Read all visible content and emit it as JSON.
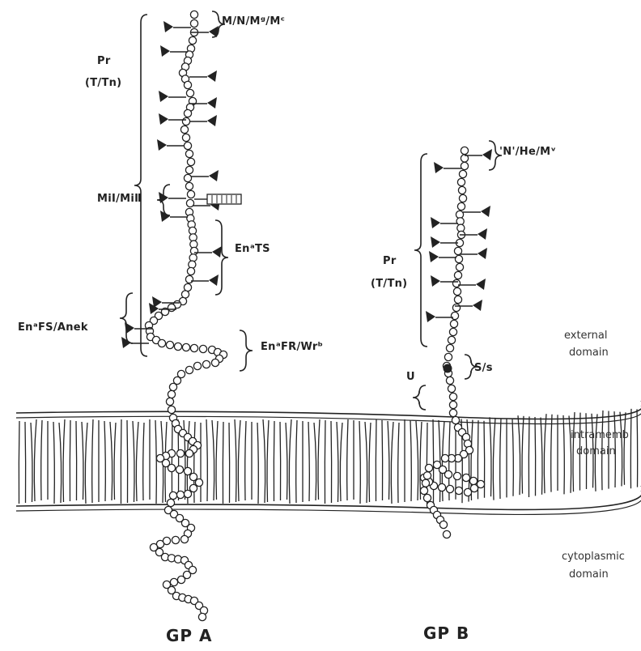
{
  "glycophorin_a": {
    "name": "GP A",
    "labels": {
      "mn": "M/N/Mᵍ/Mᶜ",
      "pr": "Pr",
      "pr_sub": "(T/Tn)",
      "mi": "MiⅠ/MiⅡ",
      "en_ts": "EnᵃTS",
      "en_fs": "EnᵃFS/Anek",
      "en_fr": "EnᵃFR/Wrᵇ"
    }
  },
  "glycophorin_b": {
    "name": "GP B",
    "labels": {
      "n_he": "'N'/He/Mᵛ",
      "pr": "Pr",
      "pr_sub": "(T/Tn)",
      "ss": "S/s",
      "u": "U"
    }
  },
  "domains": {
    "external": [
      "external",
      "domain"
    ],
    "intramembrane": [
      "intramemb",
      "domain"
    ],
    "cytoplasmic": [
      "cytoplasmic",
      "domain"
    ]
  },
  "colors": {
    "ink": "#222222",
    "paper": "#ffffff"
  }
}
